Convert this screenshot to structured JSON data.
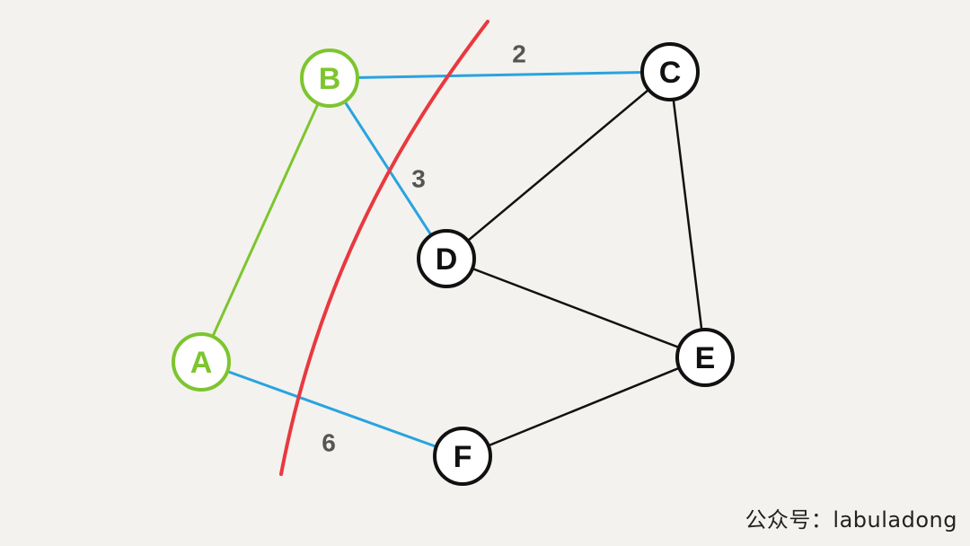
{
  "colors": {
    "background": "#f3f2ee",
    "visited": "#7dc52e",
    "cut_edge": "#29a3e0",
    "normal": "#111111",
    "cut_line": "#e8393f",
    "node_fill": "#ffffff"
  },
  "nodes": [
    {
      "id": "B",
      "label": "B",
      "state": "visited"
    },
    {
      "id": "C",
      "label": "C",
      "state": "normal"
    },
    {
      "id": "D",
      "label": "D",
      "state": "normal"
    },
    {
      "id": "A",
      "label": "A",
      "state": "visited"
    },
    {
      "id": "E",
      "label": "E",
      "state": "normal"
    },
    {
      "id": "F",
      "label": "F",
      "state": "normal"
    }
  ],
  "edges": [
    {
      "from": "A",
      "to": "B",
      "kind": "visited",
      "weight": ""
    },
    {
      "from": "B",
      "to": "C",
      "kind": "cut",
      "weight": "2"
    },
    {
      "from": "B",
      "to": "D",
      "kind": "cut",
      "weight": "3"
    },
    {
      "from": "A",
      "to": "F",
      "kind": "cut",
      "weight": "6"
    },
    {
      "from": "C",
      "to": "D",
      "kind": "normal",
      "weight": ""
    },
    {
      "from": "C",
      "to": "E",
      "kind": "normal",
      "weight": ""
    },
    {
      "from": "D",
      "to": "E",
      "kind": "normal",
      "weight": ""
    },
    {
      "from": "F",
      "to": "E",
      "kind": "normal",
      "weight": ""
    }
  ],
  "watermark": "公众号：labuladong"
}
